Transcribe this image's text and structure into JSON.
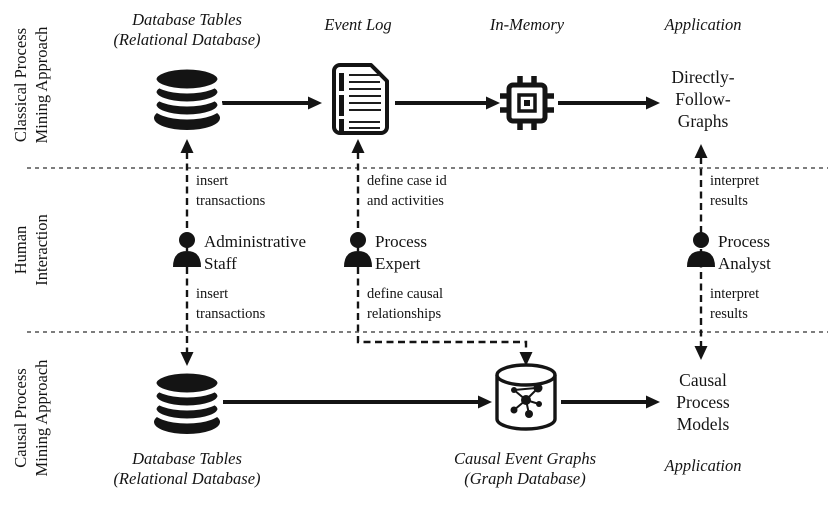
{
  "page": {
    "background": "#ffffff",
    "ink_color": "#141414",
    "separator_color": "#7d7d7d"
  },
  "bands": {
    "classical_label": "Classical Process\nMining Approach",
    "human_label": "Human\nInteraction",
    "causal_label": "Causal Process\nMining Approach"
  },
  "classical": {
    "db_title": "Database Tables\n(Relational Database)",
    "event_log_title": "Event Log",
    "in_memory_title": "In-Memory",
    "application_title": "Application",
    "output_text": "Directly-\nFollow-\nGraphs"
  },
  "human": {
    "actors": [
      {
        "name": "Administrative\nStaff",
        "task_up": "insert\ntransactions",
        "task_down": "insert\ntransactions"
      },
      {
        "name": "Process\nExpert",
        "task_up": "define case id\nand activities",
        "task_down": "define causal\nrelationships"
      },
      {
        "name": "Process\nAnalyst",
        "task_up": "interpret\nresults",
        "task_down": "interpret\nresults"
      }
    ]
  },
  "causal": {
    "db_title": "Database Tables\n(Relational Database)",
    "graph_db_title": "Causal Event Graphs\n(Graph Database)",
    "application_title": "Application",
    "output_text": "Causal\nProcess\nModels"
  },
  "icons": {
    "relational_db": "database-cylinder-stack",
    "event_log": "document-log",
    "in_memory": "processor-chip",
    "graph_db": "graph-database-cylinder",
    "actor": "person-silhouette"
  }
}
